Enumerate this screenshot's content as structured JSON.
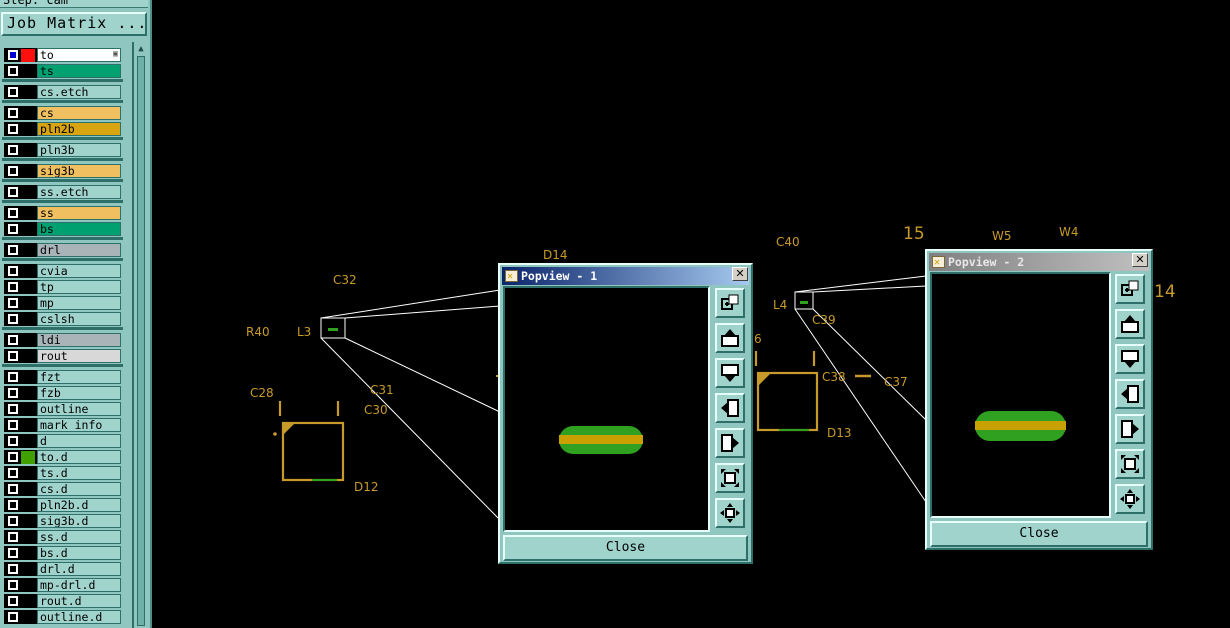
{
  "panel": {
    "step_label": "Step: cam",
    "job_matrix_label": "Job Matrix ..."
  },
  "layers": [
    {
      "name": "to",
      "color": "#ffffff",
      "active": true,
      "flag": "red"
    },
    {
      "name": "ts",
      "color": "#00a070"
    },
    {
      "name": "cs.etch",
      "color": "#9fd3cc"
    },
    {
      "name": "cs",
      "color": "#f0c060"
    },
    {
      "name": "pln2b",
      "color": "#d8a410"
    },
    {
      "name": "pln3b",
      "color": "#9fd3cc"
    },
    {
      "name": "sig3b",
      "color": "#f0c060"
    },
    {
      "name": "ss.etch",
      "color": "#9fd3cc"
    },
    {
      "name": "ss",
      "color": "#f0c060"
    },
    {
      "name": "bs",
      "color": "#00a070"
    },
    {
      "name": "drl",
      "color": "#a8b4b8"
    },
    {
      "name": "cvia",
      "color": "#9fd3cc"
    },
    {
      "name": "tp",
      "color": "#9fd3cc"
    },
    {
      "name": "mp",
      "color": "#9fd3cc"
    },
    {
      "name": "cslsh",
      "color": "#9fd3cc"
    },
    {
      "name": "ldi",
      "color": "#a8b4b8"
    },
    {
      "name": "rout",
      "color": "#d8d8d8"
    },
    {
      "name": "fzt",
      "color": "#9fd3cc"
    },
    {
      "name": "fzb",
      "color": "#9fd3cc"
    },
    {
      "name": "outline",
      "color": "#9fd3cc"
    },
    {
      "name": "mark_info",
      "color": "#9fd3cc"
    },
    {
      "name": "d",
      "color": "#9fd3cc"
    },
    {
      "name": "to.d",
      "color": "#9fd3cc",
      "flag": "green"
    },
    {
      "name": "ts.d",
      "color": "#9fd3cc"
    },
    {
      "name": "cs.d",
      "color": "#9fd3cc"
    },
    {
      "name": "pln2b.d",
      "color": "#9fd3cc"
    },
    {
      "name": "sig3b.d",
      "color": "#9fd3cc"
    },
    {
      "name": "ss.d",
      "color": "#9fd3cc"
    },
    {
      "name": "bs.d",
      "color": "#9fd3cc"
    },
    {
      "name": "drl.d",
      "color": "#9fd3cc"
    },
    {
      "name": "mp-drl.d",
      "color": "#9fd3cc"
    },
    {
      "name": "rout.d",
      "color": "#9fd3cc"
    },
    {
      "name": "outline.d",
      "color": "#9fd3cc"
    }
  ],
  "canvas_labels": {
    "d14": "D14",
    "c32": "C32",
    "r40": "R40",
    "l3": "L3",
    "c28": "C28",
    "c31": "C31",
    "c30": "C30",
    "d12": "D12",
    "c40": "C40",
    "n15": "15",
    "w5": "W5",
    "w4": "W4",
    "l4": "L4",
    "c39": "C39",
    "n6": "6",
    "c38": "C38",
    "c37": "C37",
    "d13": "D13",
    "n14": "14"
  },
  "popview1": {
    "title": "Popview - 1",
    "close_label": "Close"
  },
  "popview2": {
    "title": "Popview - 2",
    "close_label": "Close"
  },
  "colors": {
    "silkscreen": "#c89a2a",
    "pad_green": "#30a020",
    "pad_gold": "#c8a000",
    "panel_bg": "#8fc6c0"
  }
}
